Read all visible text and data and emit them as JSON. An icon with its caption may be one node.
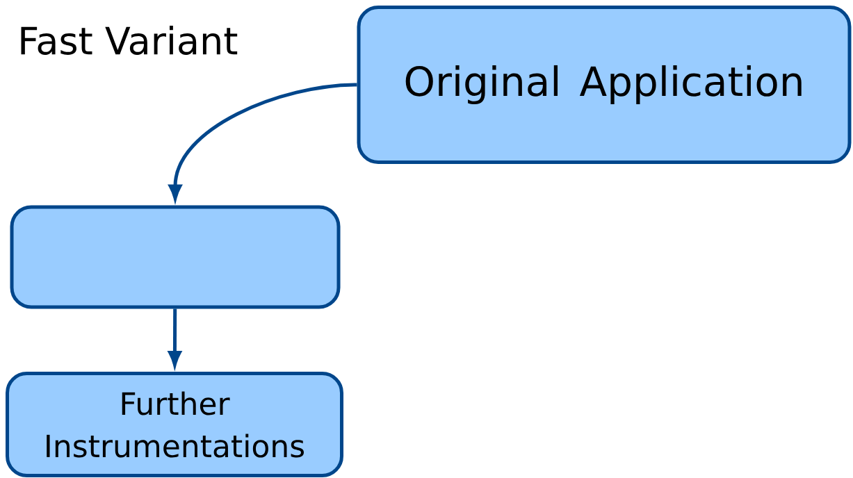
{
  "diagram": {
    "title": "Fast Variant",
    "nodes": [
      {
        "text": [
          "Original Application"
        ]
      },
      {
        "text": [],
        "shape": "box"
      },
      {
        "text": [
          "Further Instrumentations"
        ]
      }
    ],
    "edges": [
      {
        "from": 0,
        "to": 1,
        "arrow": "to"
      },
      {
        "from": 1,
        "to": 2,
        "arrow": "to"
      }
    ]
  }
}
